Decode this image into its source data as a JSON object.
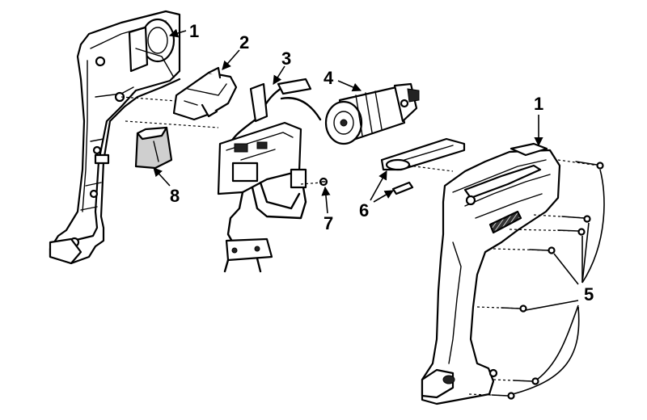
{
  "callouts": {
    "n1_top": "1",
    "n2": "2",
    "n3": "3",
    "n4": "4",
    "n1_right": "1",
    "n5": "5",
    "n6": "6",
    "n7": "7",
    "n8": "8"
  }
}
